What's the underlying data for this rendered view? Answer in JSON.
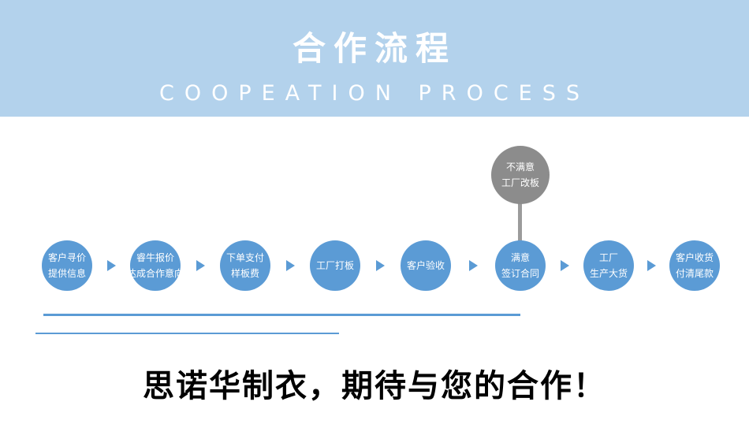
{
  "banner": {
    "title": "合作流程",
    "subtitle": "COOPEATION PROCESS"
  },
  "flow": {
    "steps": [
      {
        "label": "客户寻价\n提供信息"
      },
      {
        "label": "睿牛报价\n达成合作意向"
      },
      {
        "label": "下单支付\n样板费"
      },
      {
        "label": "工厂打板"
      },
      {
        "label": "客户验收"
      },
      {
        "label": "满意\n签订合同"
      },
      {
        "label": "工厂\n生产大货"
      },
      {
        "label": "客户收货\n付清尾款"
      }
    ],
    "alt_step": {
      "label": "不满意\n工厂改板"
    }
  },
  "footer": {
    "slogan": "思诺华制衣，期待与您的合作！"
  },
  "colors": {
    "banner_bg": "#b3d2ec",
    "step_circle": "#5b9bd5",
    "alt_circle": "#8c8c8c",
    "connector": "#9b9b9b",
    "accent_line": "#5b9bd5",
    "banner_text": "#ffffff",
    "slogan_text": "#000000"
  }
}
